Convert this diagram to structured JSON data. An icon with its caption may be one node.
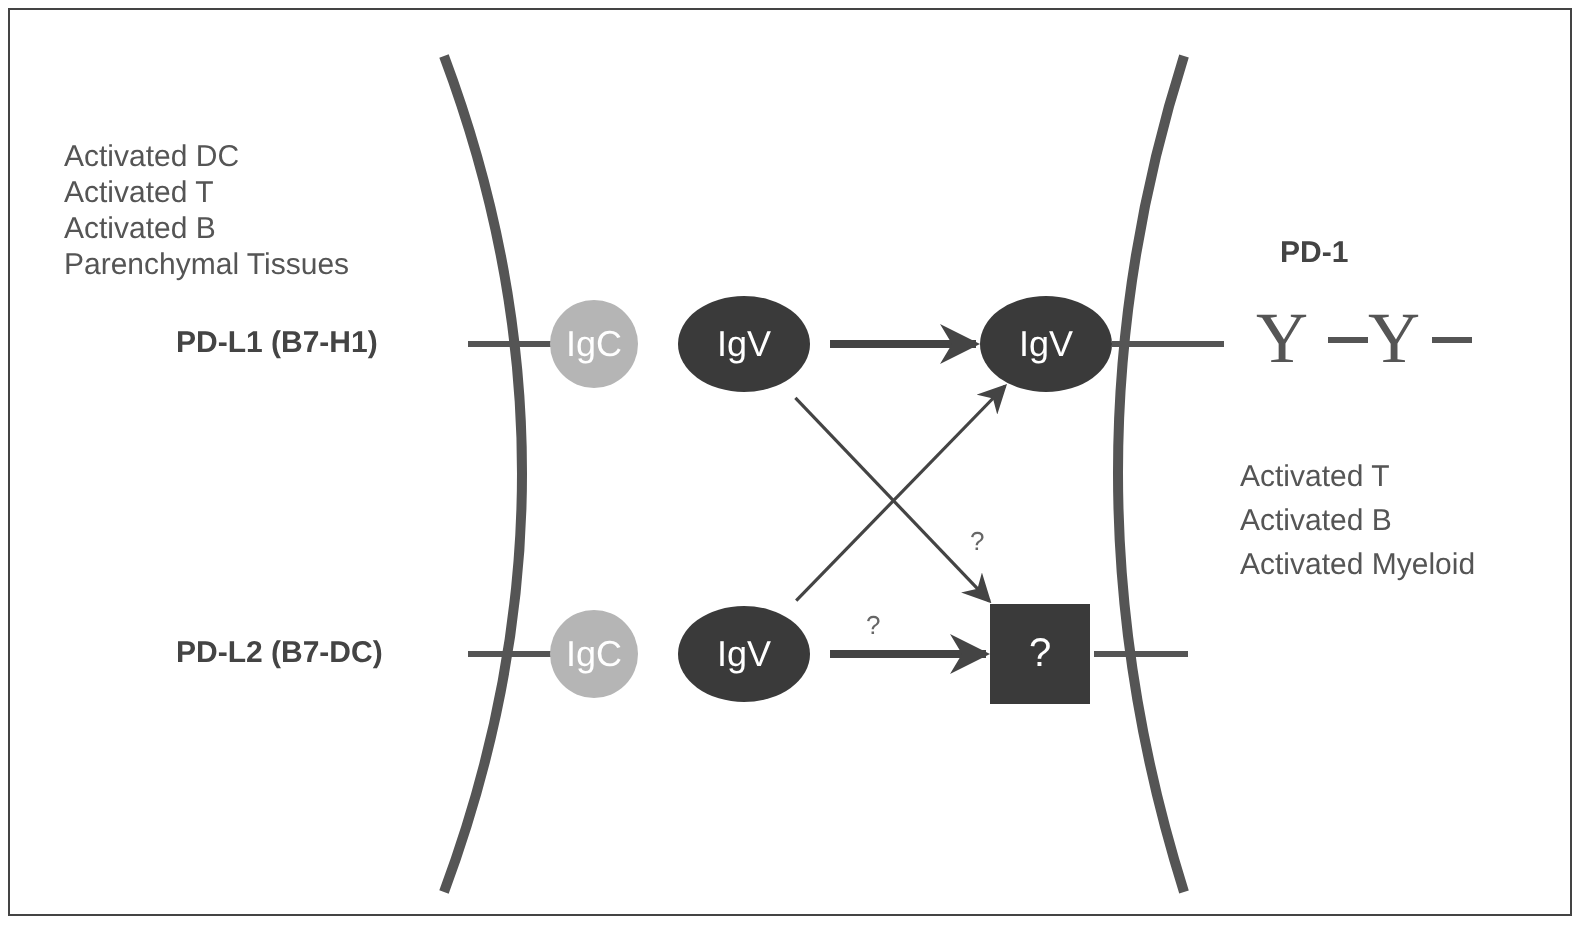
{
  "diagram": {
    "nodes": [
      {
        "text": [
          "IgC"
        ]
      },
      {
        "text": [
          "IgV"
        ]
      },
      {
        "text": [
          "IgV"
        ]
      },
      {
        "text": [
          "IgC"
        ]
      },
      {
        "text": [
          "IgV"
        ]
      },
      {
        "text": [
          "?"
        ]
      }
    ],
    "edges": [
      {
        "from": 1,
        "to": 2,
        "arrow": "to",
        "style": "thick"
      },
      {
        "from": 1,
        "to": 5,
        "arrow": "to",
        "label": "?"
      },
      {
        "from": 4,
        "to": 2,
        "arrow": "to"
      },
      {
        "from": 4,
        "to": 5,
        "arrow": "to",
        "label": "?",
        "style": "thick"
      }
    ],
    "labels": [
      "Activated DC",
      "Activated T",
      "Activated B",
      "Parenchymal Tissues",
      "PD-L1 (B7-H1)",
      "PD-1",
      "Y",
      "Y",
      "Activated T",
      "Activated B",
      "Activated Myeloid",
      "PD-L2 (B7-DC)"
    ]
  }
}
